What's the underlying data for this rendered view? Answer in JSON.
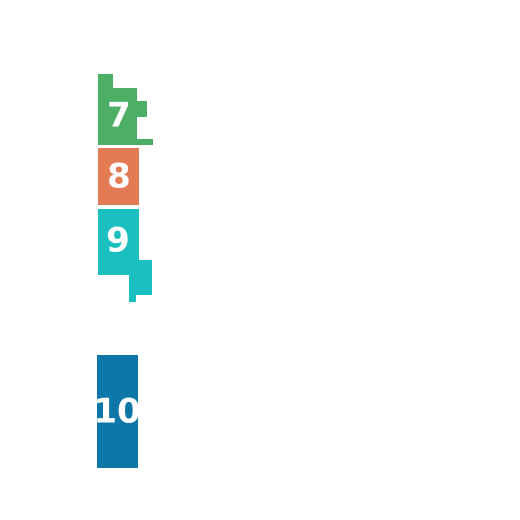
{
  "regions": [
    {
      "id": "region-7",
      "label": "7",
      "color": "#4caf65"
    },
    {
      "id": "region-8",
      "label": "8",
      "color": "#e37c55"
    },
    {
      "id": "region-9",
      "label": "9",
      "color": "#1cbfbf"
    },
    {
      "id": "region-10",
      "label": "10",
      "color": "#0d78a8"
    }
  ]
}
